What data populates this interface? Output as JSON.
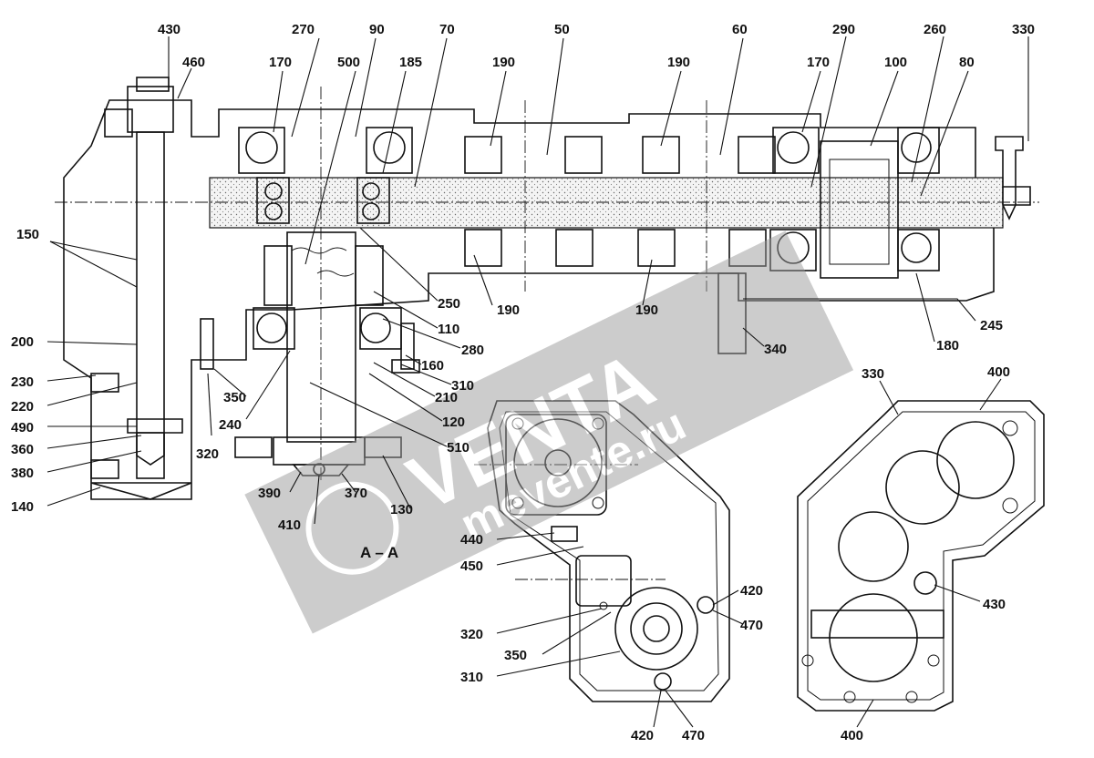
{
  "section_label": "A – A",
  "watermark": {
    "brand": "VENTA",
    "site": "mevente.ru"
  },
  "labels": [
    "430",
    "460",
    "270",
    "90",
    "70",
    "50",
    "60",
    "290",
    "330",
    "170",
    "500",
    "185",
    "190",
    "190",
    "170",
    "100",
    "260",
    "80",
    "150",
    "250",
    "110",
    "190",
    "190",
    "280",
    "245",
    "180",
    "340",
    "200",
    "160",
    "230",
    "350",
    "310",
    "220",
    "240",
    "210",
    "120",
    "490",
    "320",
    "360",
    "510",
    "380",
    "390",
    "370",
    "130",
    "140",
    "410",
    "440",
    "450",
    "420",
    "470",
    "320",
    "350",
    "310",
    "420",
    "470",
    "330",
    "400",
    "430",
    "400"
  ],
  "colors": {
    "line": "#111111",
    "watermark": "#9a9a9a"
  }
}
